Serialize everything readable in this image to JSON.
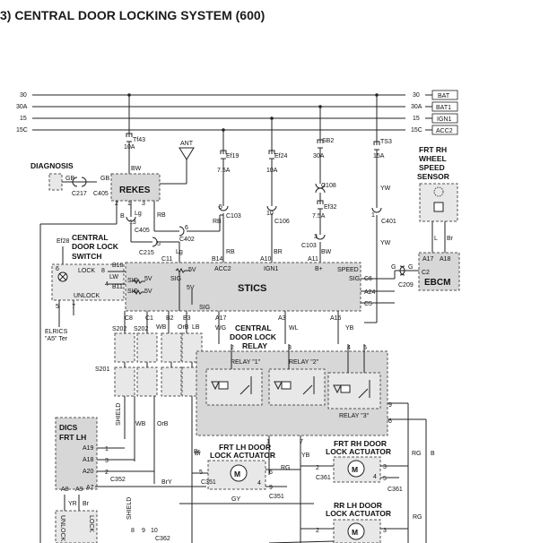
{
  "title": "3)   CENTRAL DOOR LOCKING SYSTEM (600)",
  "rails": [
    {
      "left": "30",
      "right": "30",
      "tag": "BAT"
    },
    {
      "left": "30A",
      "right": "30A",
      "tag": "BAT1"
    },
    {
      "left": "15",
      "right": "15",
      "tag": "IGN1"
    },
    {
      "left": "15C",
      "right": "15C",
      "tag": "ACC2"
    }
  ],
  "fuses": {
    "tf43": "Tf43",
    "tf43_amp": "10A",
    "ef19": "Ef19",
    "ef19_amp": "7.5A",
    "ef24": "Ef24",
    "ef24_amp": "10A",
    "sb2": "SB2",
    "sb2_amp": "30A",
    "tf53": "TS3",
    "tf53_amp": "15A",
    "ef32": "Ef32",
    "ef32_amp": "7.5A",
    "ef28": "Ef28"
  },
  "components": {
    "diagnosis": "DIAGNOSIS",
    "rekes": "REKES",
    "ant": "ANT",
    "frt_rh_sensor": [
      "FRT RH",
      "WHEEL",
      "SPEED",
      "SENSOR"
    ],
    "cdl_switch": [
      "CENTRAL",
      "DOOR LOCK",
      "SWITCH"
    ],
    "stics": "STICS",
    "ebcm": "EBCM",
    "cdl_relay": [
      "CENTRAL",
      "DOOR LOCK",
      "RELAY"
    ],
    "relay1": "RELAY \"1\"",
    "relay2": "RELAY \"2\"",
    "relay3": "RELAY \"3\"",
    "dics": [
      "DICS",
      "FRT LH"
    ],
    "frt_lh_actuator": [
      "FRT LH DOOR",
      "LOCK ACTUATOR"
    ],
    "frt_rh_actuator": [
      "FRT RH DOOR",
      "LOCK ACTUATOR"
    ],
    "rr_lh_actuator": [
      "RR LH DOOR",
      "LOCK ACTUATOR"
    ],
    "motor": "M",
    "lock": "LOCK",
    "unlock": "UNLOCK",
    "elrics": [
      "ELRICS",
      "\"A5\" Ter"
    ],
    "sig": "SIG",
    "five_v": "5V",
    "speed": "SPEED"
  },
  "connectors": {
    "c217": "C217",
    "c405": "C405",
    "c402": "C402",
    "c215": "C215",
    "c103": "C103",
    "c106": "C106",
    "c108": "C108",
    "c401": "C401",
    "c209": "C209",
    "c351": "C351",
    "c352": "C352",
    "c361": "C361",
    "c362": "C362",
    "s201": "S201",
    "s202": "S202"
  },
  "wires": {
    "bw": "BW",
    "b": "B",
    "lg": "Lg",
    "rb": "RB",
    "br": "BR",
    "yw": "YW",
    "l": "L",
    "g": "G",
    "wg": "WG",
    "wl": "WL",
    "yb": "YB",
    "wb": "WB",
    "orb": "OrB",
    "lb": "LB",
    "gb": "GB",
    "lw": "LW",
    "rg": "RG",
    "gy": "GY",
    "bry": "BrY",
    "shield": "SHIELD",
    "yr": "YR",
    "br2": "Br"
  },
  "pins": {
    "stics_acc2": "ACC2",
    "stics_ign1": "IGN1",
    "stics_bplus": "B+",
    "b14": "B14",
    "a10": "A10",
    "a11": "A11",
    "c11": "C11",
    "c6": "C6",
    "a24": "A24",
    "c5": "C5",
    "c2": "C2",
    "c8": "C8",
    "c1": "C1",
    "b2": "B2",
    "b3": "B3",
    "a17": "A17",
    "a3": "A3",
    "a16": "A16",
    "a18": "A18",
    "a19": "A19",
    "a20": "A20",
    "a8": "A8",
    "a9": "A9",
    "a7": "A7",
    "b10": "B10",
    "b11": "B11"
  }
}
